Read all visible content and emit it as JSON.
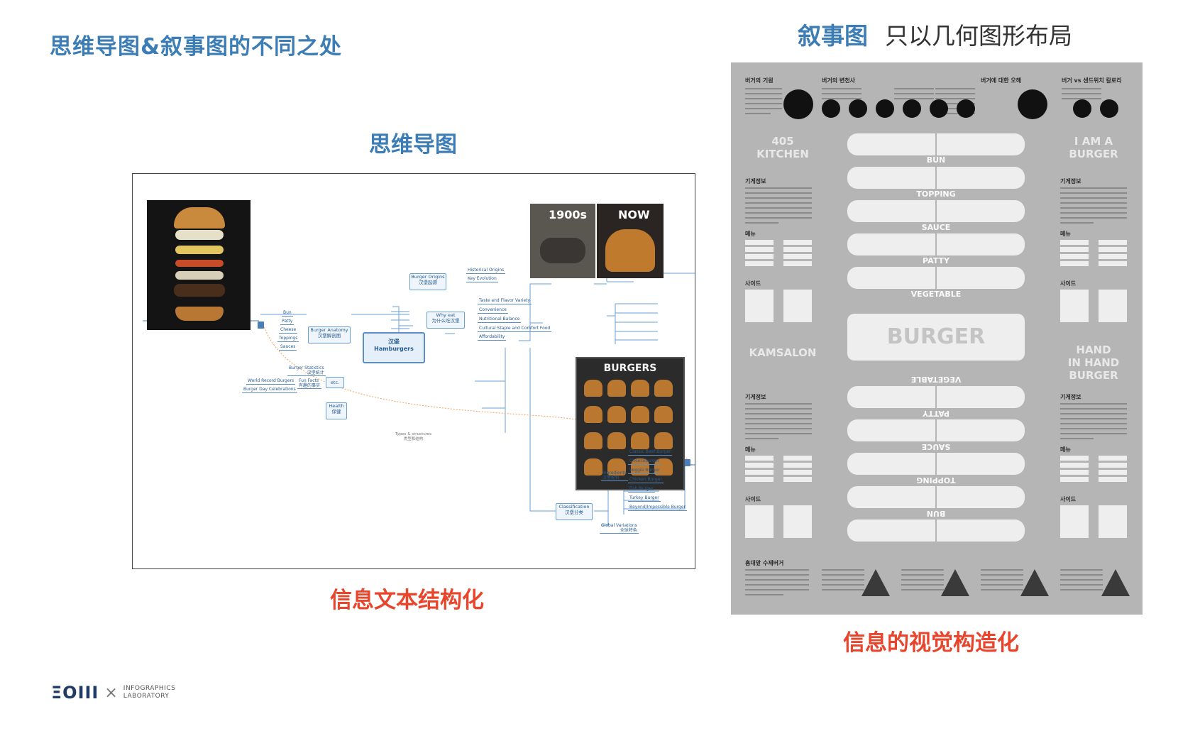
{
  "slide": {
    "title": "思维导图&叙事图的不同之处",
    "mindmap_heading": "思维导图",
    "mindmap_caption": "信息文本结构化",
    "narrative_heading_bold": "叙事图",
    "narrative_heading_note": "只以几何图形布局",
    "narrative_caption": "信息的视觉构造化"
  },
  "mindmap": {
    "center": [
      "汉堡",
      "Hamburgers"
    ],
    "origins": {
      "label": [
        "Burger Origins",
        "汉堡起源"
      ],
      "items": [
        "Historical Origins",
        "Key Evolution"
      ]
    },
    "why": {
      "label": [
        "Why eat",
        "为什么吃汉堡"
      ],
      "items": [
        "Taste and Flavor Variety",
        "Convenience",
        "Nutritional Balance",
        "Cultural Staple and Comfort Food",
        "Affordability"
      ]
    },
    "anatomy": {
      "label": [
        "Burger Anatomy",
        "汉堡解剖图"
      ],
      "items": [
        "Bun",
        "Patty",
        "Cheese",
        "Toppings",
        "Sauces"
      ]
    },
    "etc": {
      "label": "etc.",
      "items": [
        [
          "Burger Statistics",
          "汉堡统计"
        ],
        [
          "Fun Facts",
          "有趣的事实"
        ]
      ],
      "subitems": [
        "World Record Burgers",
        "Burger Day Celebrations"
      ]
    },
    "health": [
      "Health",
      "保健"
    ],
    "link": [
      "Types & structures",
      "类型和结构"
    ],
    "classification": {
      "label": [
        "Classification",
        "汉堡分类"
      ],
      "ingredients": [
        "Ingredients",
        "汉堡配料"
      ],
      "items": [
        "Classic Beef Burger",
        "Cheeseburger",
        "Veggie Burger",
        "Chicken Burger",
        "Fish Burger",
        "Turkey Burger",
        "Beyond/Impossible Burger"
      ],
      "global": [
        "Global Variations",
        "全球特色"
      ]
    },
    "photo_labels": [
      "1900s",
      "NOW",
      "BURGERS"
    ]
  },
  "poster": {
    "top_labels": [
      "버거의 기원",
      "버거의 변천사",
      "버거에 대한 오해",
      "버거 vs 샌드위치 칼로리"
    ],
    "kitchen_left": [
      "405",
      "KITCHEN"
    ],
    "kitchen_right": [
      "I AM A",
      "BURGER"
    ],
    "kitchen_bottom_left": "KAMSALON",
    "kitchen_bottom_right": [
      "HAND",
      "IN HAND",
      "BURGER"
    ],
    "section_info": "기게정보",
    "section_menu": "메뉴",
    "section_side": "사이드",
    "layers_top": [
      "BUN",
      "TOPPING",
      "SAUCE",
      "PATTY",
      "VEGETABLE"
    ],
    "center": "BURGER",
    "layers_bottom": [
      "VEGETABLE",
      "PATTY",
      "SAUCE",
      "TOPPING",
      "BUN"
    ],
    "bottom_title": "홈대앞 수제버거"
  },
  "logo": {
    "mark": "ΞOIII",
    "line1": "INFOGRAPHICS",
    "line2": "LABORATORY"
  }
}
